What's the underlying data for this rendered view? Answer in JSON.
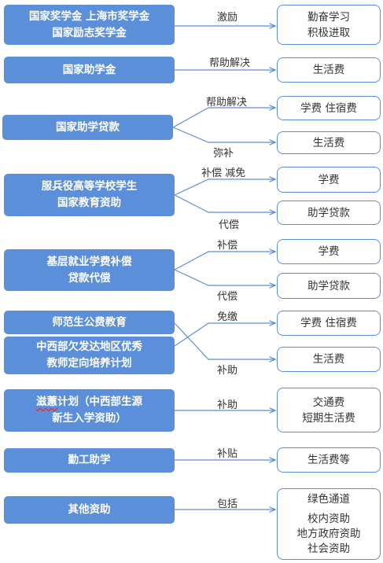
{
  "rows": [
    {
      "source": [
        "国家奖学金 上海市奖学金",
        "国家励志奖学金"
      ],
      "label": "激励",
      "target": [
        "勤奋学习",
        "积极进取"
      ]
    },
    {
      "source": [
        "国家助学金"
      ],
      "label": "帮助解决",
      "target": [
        "生活费"
      ]
    },
    {
      "source": [
        "国家助学贷款"
      ],
      "label_top": "帮助解决",
      "label_bottom": "弥补",
      "target_top": [
        "学费  住宿费"
      ],
      "target_bottom": [
        "生活费"
      ]
    },
    {
      "source": [
        "服兵役高等学校学生",
        "国家教育资助"
      ],
      "label_top": "补偿  减免",
      "label_bottom": "代偿",
      "target_top": [
        "学费"
      ],
      "target_bottom": [
        "助学贷款"
      ]
    },
    {
      "source": [
        "基层就业学费补偿",
        "贷款代偿"
      ],
      "label_top": "补偿",
      "label_bottom": "代偿",
      "target_top": [
        "学费"
      ],
      "target_bottom": [
        "助学贷款"
      ]
    },
    {
      "source_top": [
        "师范生公费教育"
      ],
      "source_bottom": [
        "中西部欠发达地区优秀",
        "教师定向培养计划"
      ],
      "label_top": "免缴",
      "label_bottom": "补助",
      "target_top": [
        "学费  住宿费"
      ],
      "target_bottom": [
        "生活费"
      ]
    },
    {
      "source_prefix": "滋蕙",
      "source_rest": "计划（中西部生源",
      "source_line2": "新生入学资助）",
      "label": "补助",
      "target": [
        "交通费",
        "短期生活费"
      ]
    },
    {
      "source": [
        "勤工助学"
      ],
      "label": "补贴",
      "target": [
        "生活费等"
      ]
    },
    {
      "source": [
        "其他资助"
      ],
      "label": "包括",
      "target": [
        "绿色通道",
        "校内资助",
        "地方政府资助",
        "社会资助"
      ]
    }
  ],
  "colors": {
    "box_fill": "#5b8fd9",
    "box_border": "#5b8fd9",
    "line": "#5b8fd9"
  }
}
